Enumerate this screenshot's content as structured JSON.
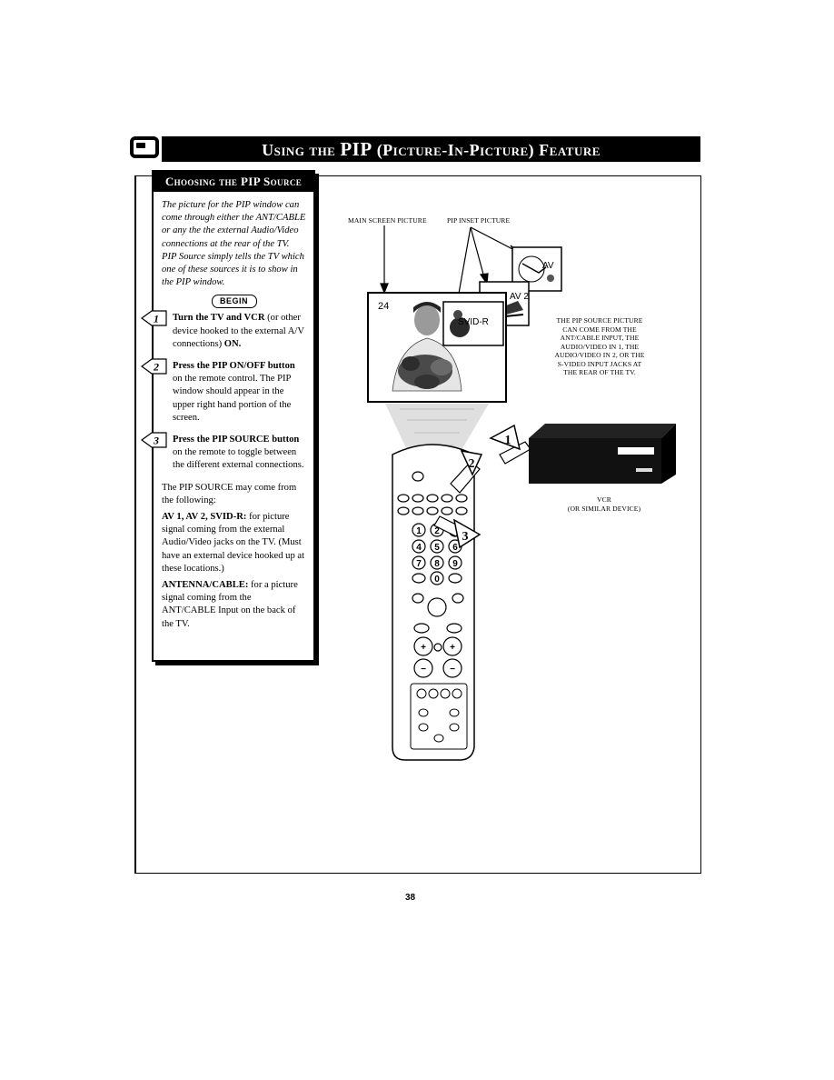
{
  "header": {
    "title_prefix": "Using the",
    "title_main": "PIP",
    "title_rest": "(Picture-In-Picture) Feature"
  },
  "panel": {
    "heading": "Choosing the PIP Source",
    "intro": "The picture for the PIP window can come through either the ANT/CABLE or any the the external Audio/Video connections at the rear of the TV. PIP Source simply tells the TV which one of these sources it is to show in the PIP window.",
    "begin_label": "BEGIN",
    "steps": [
      {
        "number": "1",
        "bold": "Turn the TV and VCR",
        "text": " (or other device hooked to the external A/V connections) ",
        "bold_end": "ON."
      },
      {
        "number": "2",
        "bold": "Press the PIP ON/OFF button",
        "text": " on the remote control. The PIP window should appear in the upper right hand portion of the screen.",
        "bold_end": ""
      },
      {
        "number": "3",
        "bold": "Press the PIP SOURCE button",
        "text": " on the remote to toggle between the different external connections.",
        "bold_end": ""
      }
    ],
    "source_intro": "The PIP SOURCE may come from the following:",
    "source_av_bold": "AV 1, AV 2, SVID-R:",
    "source_av_text": " for picture signal coming from the external Audio/Video jacks on the TV. (Must have an external device hooked up at these locations.)",
    "source_ant_bold": "ANTENNA/CABLE:",
    "source_ant_text": " for a picture signal coming from the ANT/CABLE Input on the back of the TV."
  },
  "diagram": {
    "main_screen_label": "MAIN SCREEN PICTURE",
    "pip_inset_label": "PIP INSET PICTURE",
    "channel_number": "24",
    "pip_tags": [
      "SVID-R",
      "AV 2",
      "AV"
    ],
    "source_note": [
      "THE PIP SOURCE PICTURE",
      "CAN COME FROM THE",
      "ANT/CABLE INPUT, THE",
      "AUDIO/VIDEO IN 1, THE",
      "AUDIO/VIDEO IN 2, OR THE",
      "S-VIDEO INPUT JACKS AT",
      "THE REAR OF THE TV."
    ],
    "vcr_label": [
      "VCR",
      "(OR SIMILAR DEVICE)"
    ],
    "callouts": [
      "1",
      "2",
      "3"
    ],
    "remote_keys": [
      "1",
      "2",
      "3",
      "4",
      "5",
      "6",
      "7",
      "8",
      "9",
      "0",
      "+",
      "−",
      "+",
      "−"
    ]
  },
  "page_number": "38"
}
